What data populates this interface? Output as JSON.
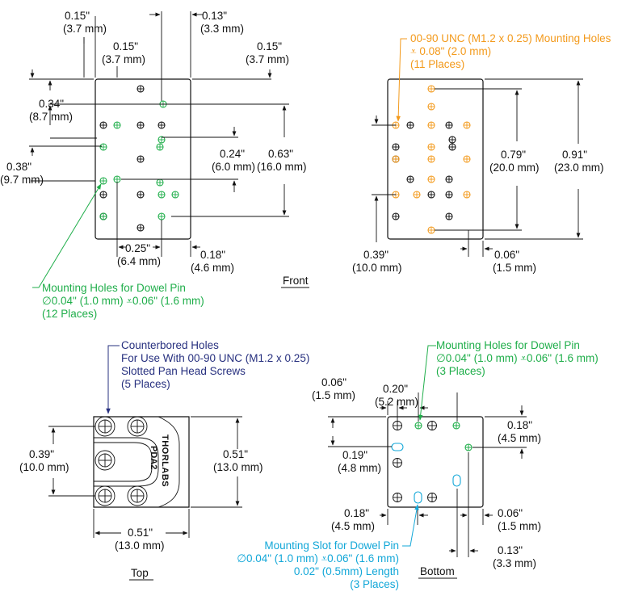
{
  "views": {
    "front": "Front",
    "top": "Top",
    "bottom": "Bottom"
  },
  "front_dims": {
    "d1": [
      "0.15\"",
      "(3.7 mm)"
    ],
    "d2": [
      "0.13\"",
      "(3.3 mm)"
    ],
    "d3": [
      "0.15\"",
      "(3.7 mm)"
    ],
    "d4": [
      "0.15\"",
      "(3.7 mm)"
    ],
    "d5": [
      "0.34\"",
      "(8.7 mm)"
    ],
    "d6": [
      "0.38\"",
      "(9.7 mm)"
    ],
    "d7": [
      "0.24\"",
      "(6.0 mm)"
    ],
    "d8": [
      "0.63\"",
      "(16.0 mm)"
    ],
    "d9": [
      "0.25\"",
      "(6.4 mm)"
    ],
    "d10": [
      "0.18\"",
      "(4.6 mm)"
    ]
  },
  "back_dims": {
    "d1": [
      "0.79\"",
      "(20.0 mm)"
    ],
    "d2": [
      "0.91\"",
      "(23.0 mm)"
    ],
    "d3": [
      "0.39\"",
      "(10.0 mm)"
    ],
    "d4": [
      "0.06\"",
      "(1.5 mm)"
    ]
  },
  "top_dims": {
    "d1": [
      "0.39\"",
      "(10.0 mm)"
    ],
    "d2": [
      "0.51\"",
      "(13.0 mm)"
    ],
    "d3": [
      "0.51\"",
      "(13.0 mm)"
    ]
  },
  "bottom_dims": {
    "d1": [
      "0.06\"",
      "(1.5 mm)"
    ],
    "d2": [
      "0.20\"",
      "(5.2 mm)"
    ],
    "d3": [
      "0.18\"",
      "(4.5 mm)"
    ],
    "d4": [
      "0.19\"",
      "(4.8 mm)"
    ],
    "d5": [
      "0.18\"",
      "(4.5 mm)"
    ],
    "d6": [
      "0.06\"",
      "(1.5 mm)"
    ],
    "d7": [
      "0.13\"",
      "(3.3 mm)"
    ]
  },
  "callouts": {
    "front_dowel": [
      "Mounting Holes for Dowel Pin",
      "∅0.04\" (1.0 mm) ⩡0.06\" (1.6 mm)",
      "(12 Places)"
    ],
    "back_holes": [
      "00-90 UNC (M1.2 x 0.25) Mounting Holes",
      "⩡ 0.08\" (2.0 mm)",
      "(11 Places)"
    ],
    "top_counterbored": [
      "Counterbored Holes",
      "For Use With 00-90 UNC (M1.2 x 0.25)",
      "Slotted Pan Head Screws",
      "(5 Places)"
    ],
    "bottom_dowel": [
      "Mounting Holes for Dowel Pin",
      "∅0.04\" (1.0 mm) ⩡0.06\" (1.6 mm)",
      "(3 Places)"
    ],
    "bottom_slot": [
      "Mounting Slot for Dowel Pin",
      "∅0.04\" (1.0 mm) ⩡0.06\" (1.6 mm)",
      "0.02\" (0.5mm) Length",
      "(3 Places)"
    ]
  },
  "part_labels": {
    "brand": "THORLABS",
    "model": "PDA2"
  },
  "colors": {
    "green": "#1fae4a",
    "orange": "#f39a1c",
    "blue": "#27307f",
    "cyan": "#12a7d8"
  }
}
